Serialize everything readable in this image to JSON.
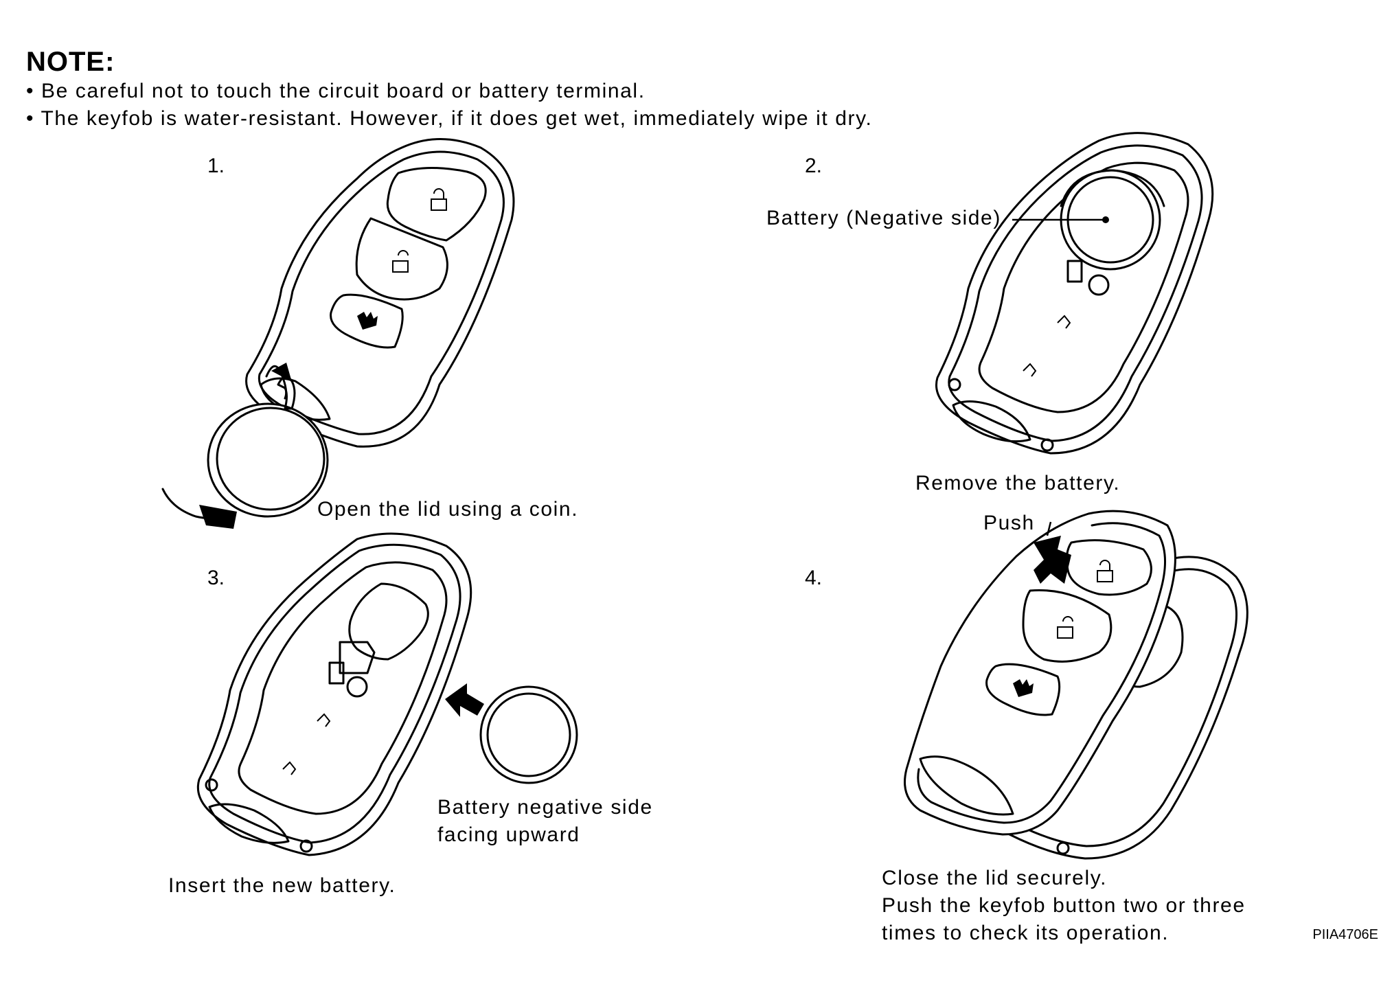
{
  "note": {
    "title": "NOTE:",
    "bullets": [
      "• Be careful not to touch the circuit board or battery terminal.",
      "• The keyfob is water-resistant. However, if it does get wet, immediately wipe it dry."
    ]
  },
  "steps": [
    {
      "number": "1.",
      "caption": "Open the lid using a coin."
    },
    {
      "number": "2.",
      "caption": "Remove the battery.",
      "callout": "Battery (Negative side)"
    },
    {
      "number": "3.",
      "caption": "Insert the new battery.",
      "callout_lines": [
        "Battery negative side",
        "facing upward"
      ]
    },
    {
      "number": "4.",
      "caption_lines": [
        "Close the lid securely.",
        "Push the keyfob button two or three",
        "times to check its operation."
      ],
      "callout": "Push"
    }
  ],
  "figure_code": "PIIA4706E"
}
